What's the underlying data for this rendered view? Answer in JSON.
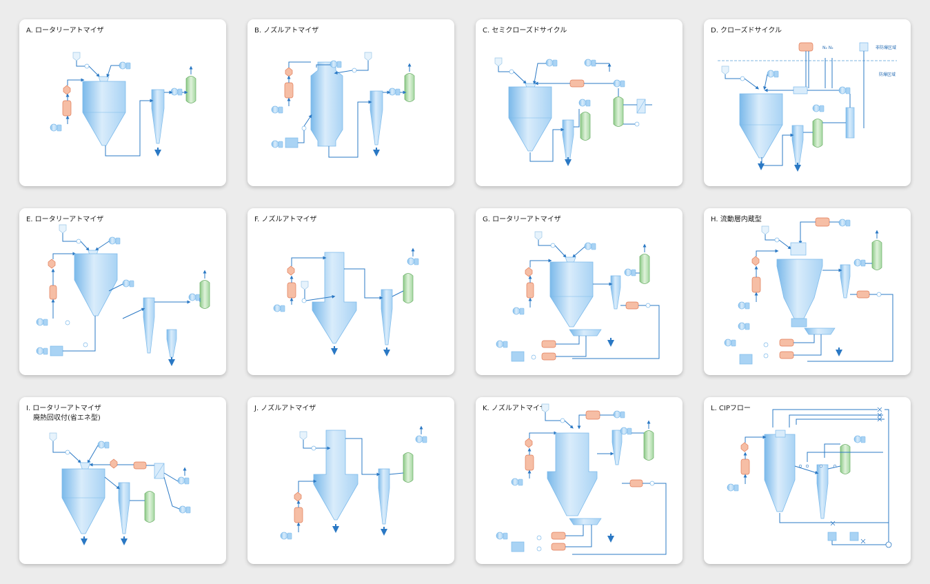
{
  "colors": {
    "vessel_light": "#d9ecfb",
    "vessel_mid": "#a9d3f4",
    "vessel_dark": "#7bb9ea",
    "line": "#2a78c4",
    "heater": "#f6bea5",
    "heater_stroke": "#e07a55",
    "scrubber": "#b9e0b4",
    "scrubber_stroke": "#6aae66",
    "tank": "#e7f3fc",
    "card_bg": "#ffffff",
    "page_bg": "#ececec"
  },
  "cards": [
    {
      "id": "A",
      "title": "A. ロータリーアトマイザ",
      "variant": "rotary"
    },
    {
      "id": "B",
      "title": "B. ノズルアトマイザ",
      "variant": "nozzle"
    },
    {
      "id": "C",
      "title": "C. セミクローズドサイクル",
      "variant": "semiclosed"
    },
    {
      "id": "D",
      "title": "D. クローズドサイクル",
      "variant": "closed",
      "labels": {
        "n2": "N₂  N₂",
        "zone_nonexplosive": "非防爆区域",
        "zone_explosive": "防爆区域"
      }
    },
    {
      "id": "E",
      "title": "E. ロータリーアトマイザ",
      "variant": "rotary_fb"
    },
    {
      "id": "F",
      "title": "F. ノズルアトマイザ",
      "variant": "nozzle_wide"
    },
    {
      "id": "G",
      "title": "G. ロータリーアトマイザ",
      "variant": "rotary_fluid"
    },
    {
      "id": "H",
      "title": "H. 流動層内蔵型",
      "variant": "fluidbed_internal"
    },
    {
      "id": "I",
      "title": "I. ロータリーアトマイザ",
      "subtitle": "廃熱回収付(省エネ型)",
      "variant": "heatrecovery"
    },
    {
      "id": "J",
      "title": "J. ノズルアトマイザ",
      "variant": "nozzle_tall"
    },
    {
      "id": "K",
      "title": "K. ノズルアトマイザ",
      "variant": "nozzle_fluid"
    },
    {
      "id": "L",
      "title": "L. CIPフロー",
      "variant": "cip"
    }
  ]
}
